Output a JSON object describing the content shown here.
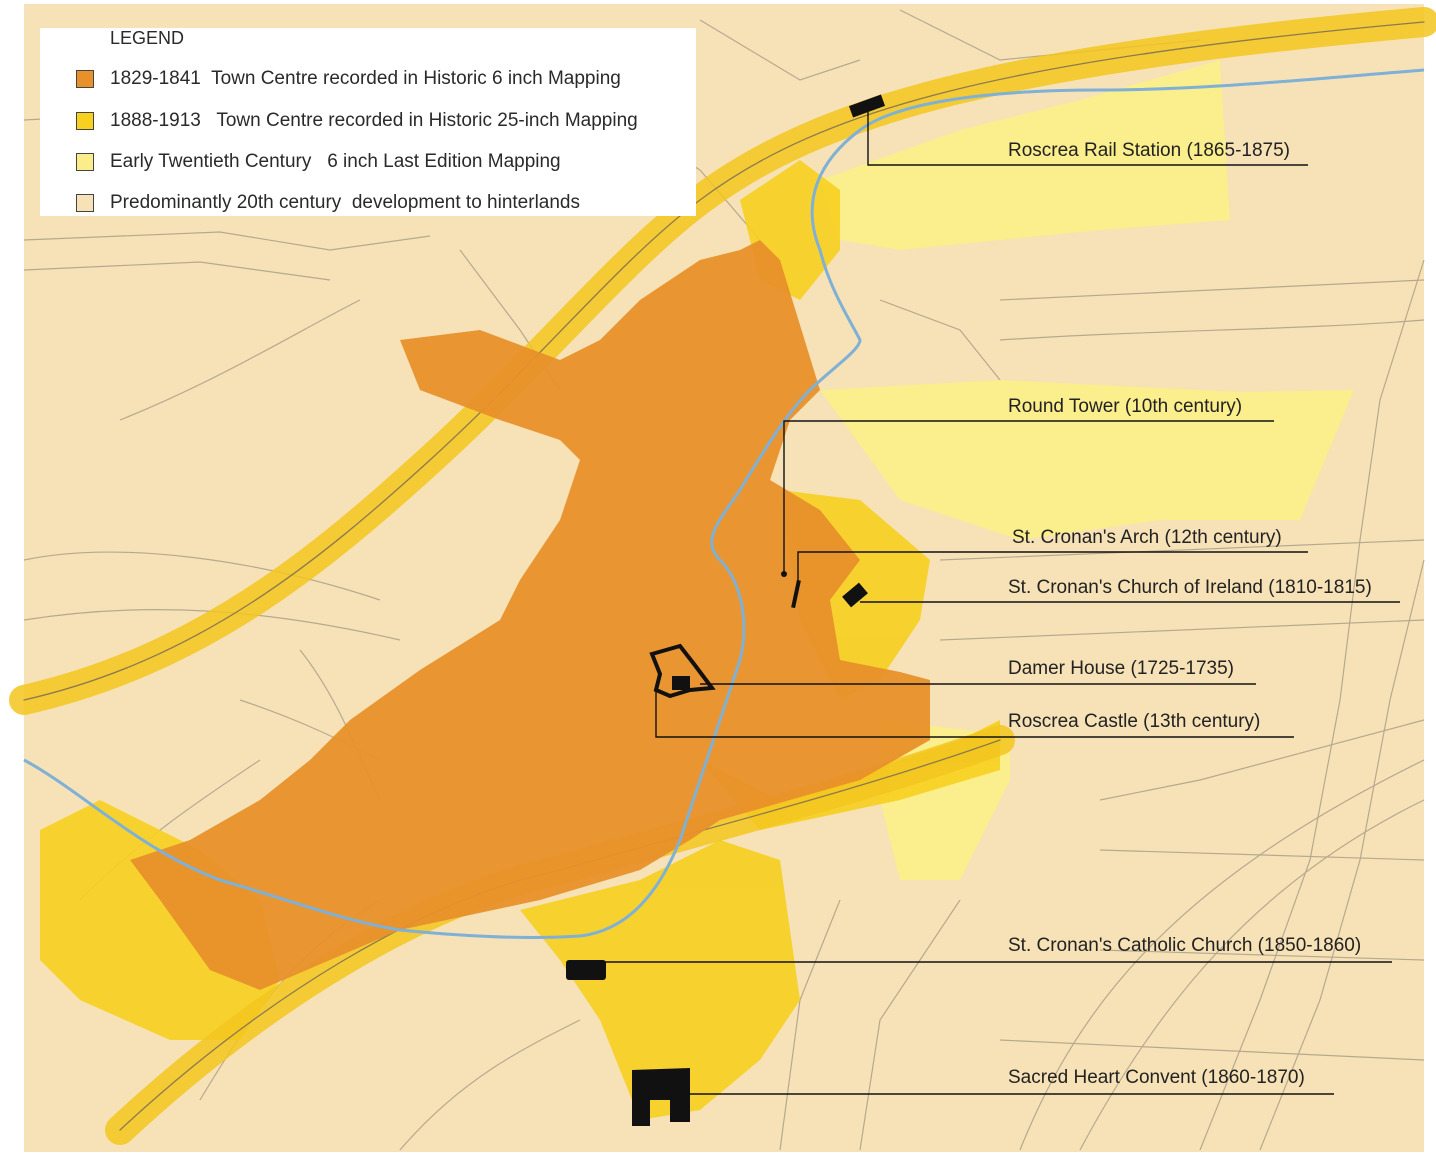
{
  "legend": {
    "title": "LEGEND",
    "items": [
      {
        "text": "1829-1841  Town Centre recorded in Historic 6 inch Mapping",
        "color": "#e8902a"
      },
      {
        "text": "1888-1913   Town Centre recorded in Historic 25-inch Mapping",
        "color": "#f7d020"
      },
      {
        "text": "Early Twentieth Century   6 inch Last Edition Mapping",
        "color": "#fbee8a"
      },
      {
        "text": "Predominantly 20th century  development to hinterlands",
        "color": "#f6e2b6"
      }
    ]
  },
  "landmarks": [
    {
      "name": "Roscrea Rail Station (1865-1875)"
    },
    {
      "name": "Round Tower (10th century)"
    },
    {
      "name": "St. Cronan's Arch (12th century)"
    },
    {
      "name": "St. Cronan's Church of Ireland (1810-1815)"
    },
    {
      "name": "Damer House (1725-1735)"
    },
    {
      "name": "Roscrea Castle (13th century)"
    },
    {
      "name": "St. Cronan's Catholic Church (1850-1860)"
    },
    {
      "name": "Sacred Heart Convent (1860-1870)"
    }
  ],
  "colors": {
    "background": "#f6e2b6",
    "town_1829": "#e8902a",
    "town_1888": "#f7d020",
    "early_20th": "#fbee8a",
    "river": "#7fb0d6",
    "streets": "#8a7f6e",
    "buildings": "#111111"
  }
}
